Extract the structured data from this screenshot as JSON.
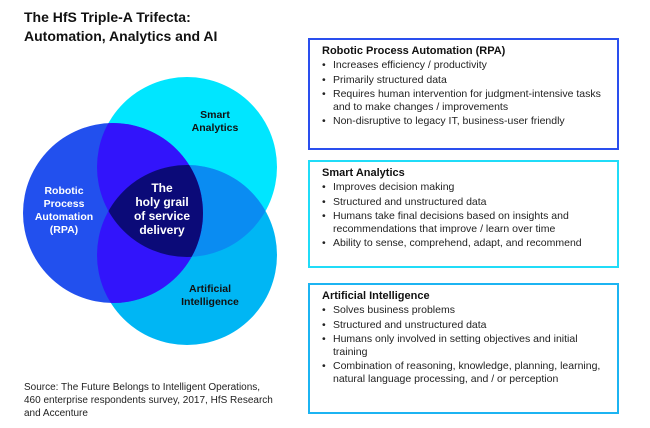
{
  "title": [
    "The HfS Triple-A Trifecta:",
    "Automation, Analytics and AI"
  ],
  "venn": {
    "rpa_label": [
      "Robotic",
      "Process",
      "Automation",
      "(RPA)"
    ],
    "analytics_label": [
      "Smart",
      "Analytics"
    ],
    "ai_label": [
      "Artificial",
      "Intelligence"
    ],
    "center_label": [
      "The",
      "holy grail",
      "of service",
      "delivery"
    ],
    "colors": {
      "rpa": "#2250ee",
      "analytics": "#00e6ff",
      "ai": "#00b6f4",
      "rpa_analytics": "#3214fb",
      "rpa_ai": "#3214fb",
      "analytics_ai": "#0a8cf2",
      "center": "#0b0a78"
    }
  },
  "boxes": [
    {
      "title": "Robotic Process Automation (RPA)",
      "border": "#2a4fee",
      "items": [
        "Increases efficiency / productivity",
        "Primarily structured data",
        "Requires human intervention for judgment-intensive tasks and to make changes / improvements",
        "Non-disruptive to legacy IT, business-user friendly"
      ]
    },
    {
      "title": "Smart Analytics",
      "border": "#20dcf8",
      "items": [
        "Improves decision making",
        "Structured and unstructured data",
        "Humans take final decisions based on insights and recommendations that improve / learn over time",
        "Ability to sense, comprehend, adapt, and recommend"
      ]
    },
    {
      "title": "Artificial Intelligence",
      "border": "#1cb4f2",
      "items": [
        "Solves business problems",
        "Structured and unstructured data",
        "Humans only involved in setting objectives and initial training",
        "Combination of reasoning, knowledge, planning, learning, natural language processing, and / or perception"
      ]
    }
  ],
  "source": "Source: The Future Belongs to Intelligent Operations, 460 enterprise respondents survey, 2017, HfS Research and Accenture"
}
